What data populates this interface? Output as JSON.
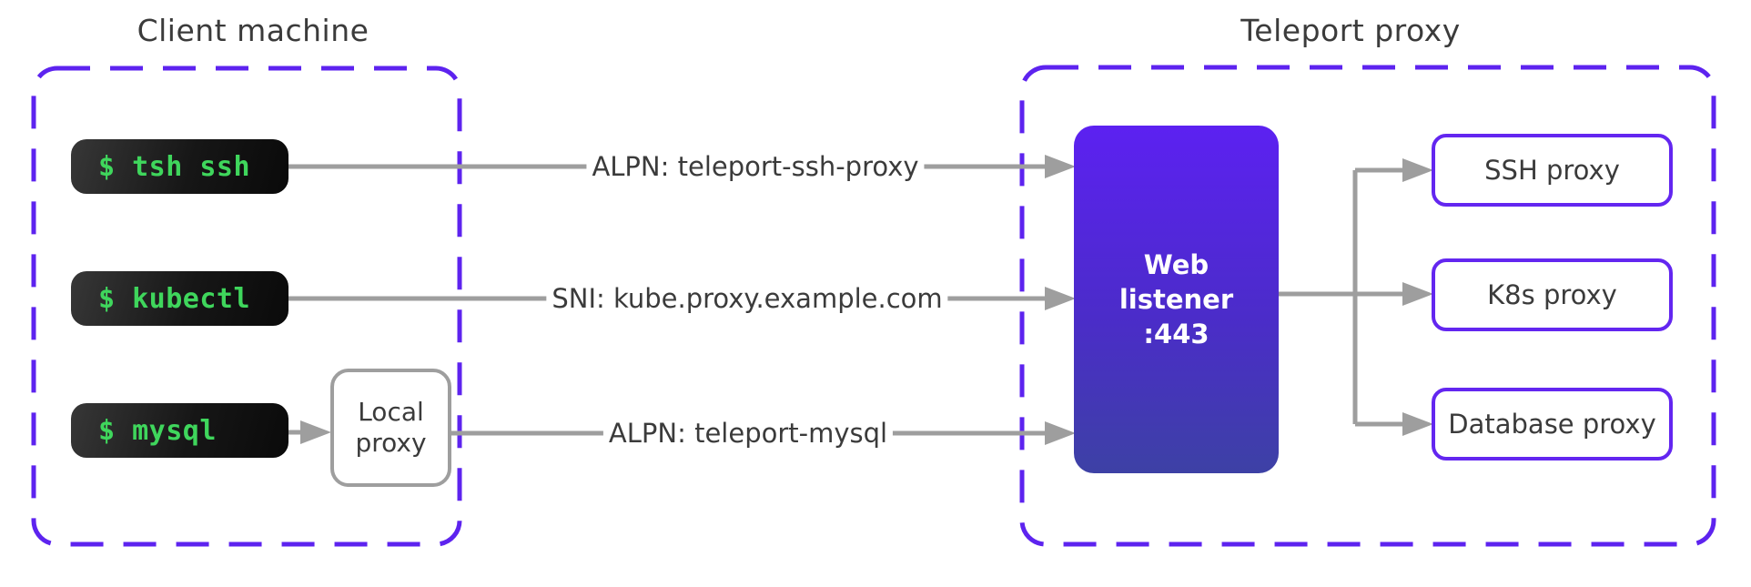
{
  "client": {
    "title": "Client machine",
    "terminals": [
      {
        "command": "$ tsh ssh"
      },
      {
        "command": "$ kubectl"
      },
      {
        "command": "$ mysql"
      }
    ],
    "local_proxy": {
      "label": "Local proxy"
    }
  },
  "connections": [
    {
      "label": "ALPN: teleport-ssh-proxy"
    },
    {
      "label": "SNI: kube.proxy.example.com"
    },
    {
      "label": "ALPN: teleport-mysql"
    }
  ],
  "teleport": {
    "title": "Teleport proxy",
    "web_listener": {
      "line1": "Web",
      "line2": "listener",
      "line3": ":443"
    },
    "proxies": [
      {
        "label": "SSH proxy"
      },
      {
        "label": "K8s proxy"
      },
      {
        "label": "Database proxy"
      }
    ]
  },
  "colors": {
    "boundary_purple": "#5d23ef",
    "proxy_border_purple": "#6326f0",
    "web_listener_gradient_top": "#5c21f1",
    "web_listener_gradient_bottom": "#3d41a5",
    "terminal_green": "#3fd65c",
    "terminal_background": "#161616",
    "connector_gray": "#9e9e9e",
    "text_dark": "#3b3b3b",
    "background": "#ffffff"
  }
}
